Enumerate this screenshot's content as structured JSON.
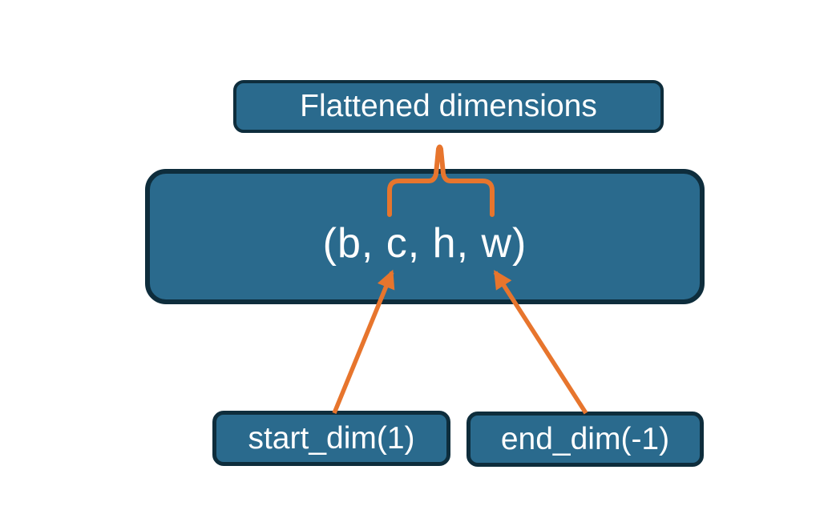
{
  "diagram": {
    "title": "Tensor flatten dimensions diagram",
    "colors": {
      "background": "#ffffff",
      "box_fill": "#2a6a8d",
      "box_border": "#0e2d3c",
      "text": "#ffffff",
      "accent_orange": "#e7752d"
    },
    "nodes": {
      "flattened": {
        "label": "Flattened dimensions"
      },
      "tensor": {
        "label": "(b, c, h, w)"
      },
      "start_dim": {
        "label": "start_dim(1)"
      },
      "end_dim": {
        "label": "end_dim(-1)"
      }
    },
    "connectors": {
      "brace": "brace-over-c-h-dims-to-flattened-label",
      "start_arrow": "arrow-start-dim-to-dim-c",
      "end_arrow": "arrow-end-dim-to-dim-w"
    }
  }
}
